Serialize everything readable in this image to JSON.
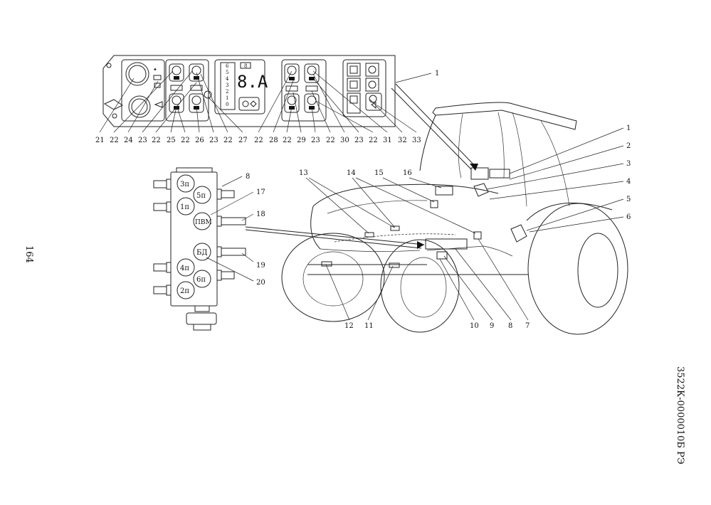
{
  "page_number": "164",
  "doc_code": "3522К-0000010Б РЭ",
  "panel": {
    "callouts": [
      "21",
      "22",
      "24",
      "23",
      "22",
      "25",
      "22",
      "26",
      "23",
      "22",
      "27",
      "22",
      "28",
      "22",
      "29",
      "23",
      "22",
      "30",
      "23",
      "22",
      "31",
      "32",
      "33"
    ],
    "indicator_numbers": [
      "6",
      "5",
      "4",
      "3",
      "2",
      "1",
      "0"
    ],
    "digit_display": "8.A",
    "digit_box": "8",
    "label_1": "1"
  },
  "tractor": {
    "callouts_right": [
      "1",
      "2",
      "3",
      "4",
      "5",
      "6"
    ],
    "callouts_top": [
      "13",
      "14",
      "15",
      "16"
    ],
    "callouts_bottom": [
      "12",
      "11",
      "10",
      "9",
      "8",
      "7"
    ]
  },
  "valve_block": {
    "circles": [
      "3п",
      "5п",
      "1п",
      "ПВМ",
      "БД",
      "4п",
      "6п",
      "2п"
    ],
    "callouts": [
      "8",
      "17",
      "18",
      "19",
      "20"
    ]
  }
}
